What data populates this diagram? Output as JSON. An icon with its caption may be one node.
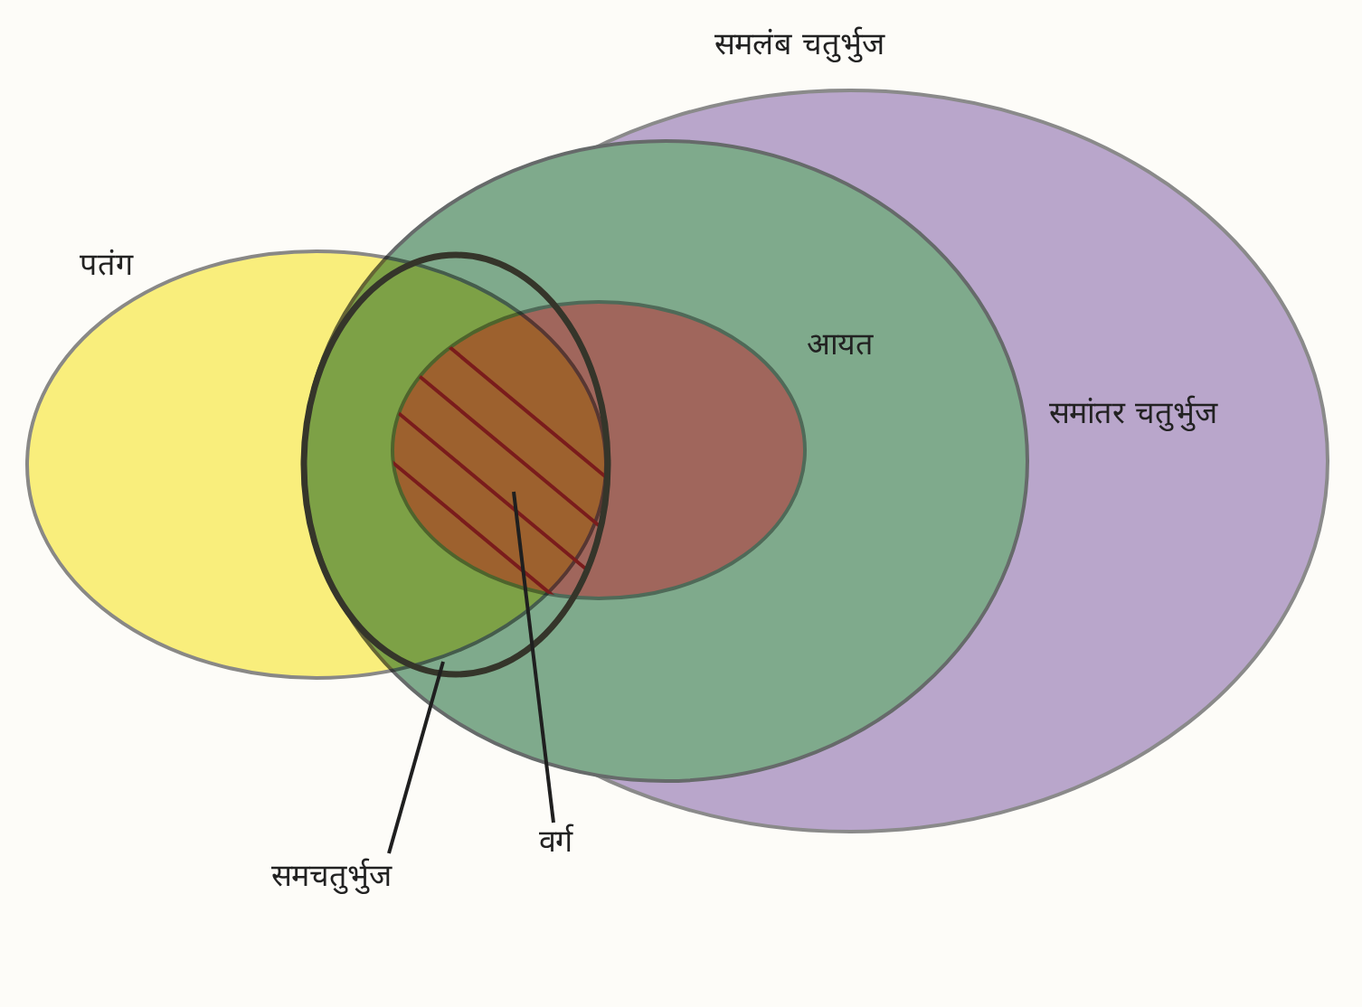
{
  "diagram": {
    "nodes": [
      {
        "text": [
          "समलंब चतुर्भुज"
        ]
      },
      {
        "text": [
          "पतंग"
        ]
      },
      {
        "text": [
          "समांतर चतुर्भुज"
        ],
        "in": 0
      },
      {
        "text": [
          "आयत"
        ],
        "in": 2
      },
      {
        "text": [],
        "shape": "circle"
      },
      {
        "text": [],
        "shape": "lens"
      },
      {
        "text": [
          "समचतुर्भुज"
        ]
      },
      {
        "text": [
          "वर्ग"
        ]
      }
    ],
    "edges": [
      {
        "from": 6,
        "to": 4,
        "arrow": "none"
      },
      {
        "from": 7,
        "to": 5,
        "arrow": "none"
      }
    ]
  }
}
